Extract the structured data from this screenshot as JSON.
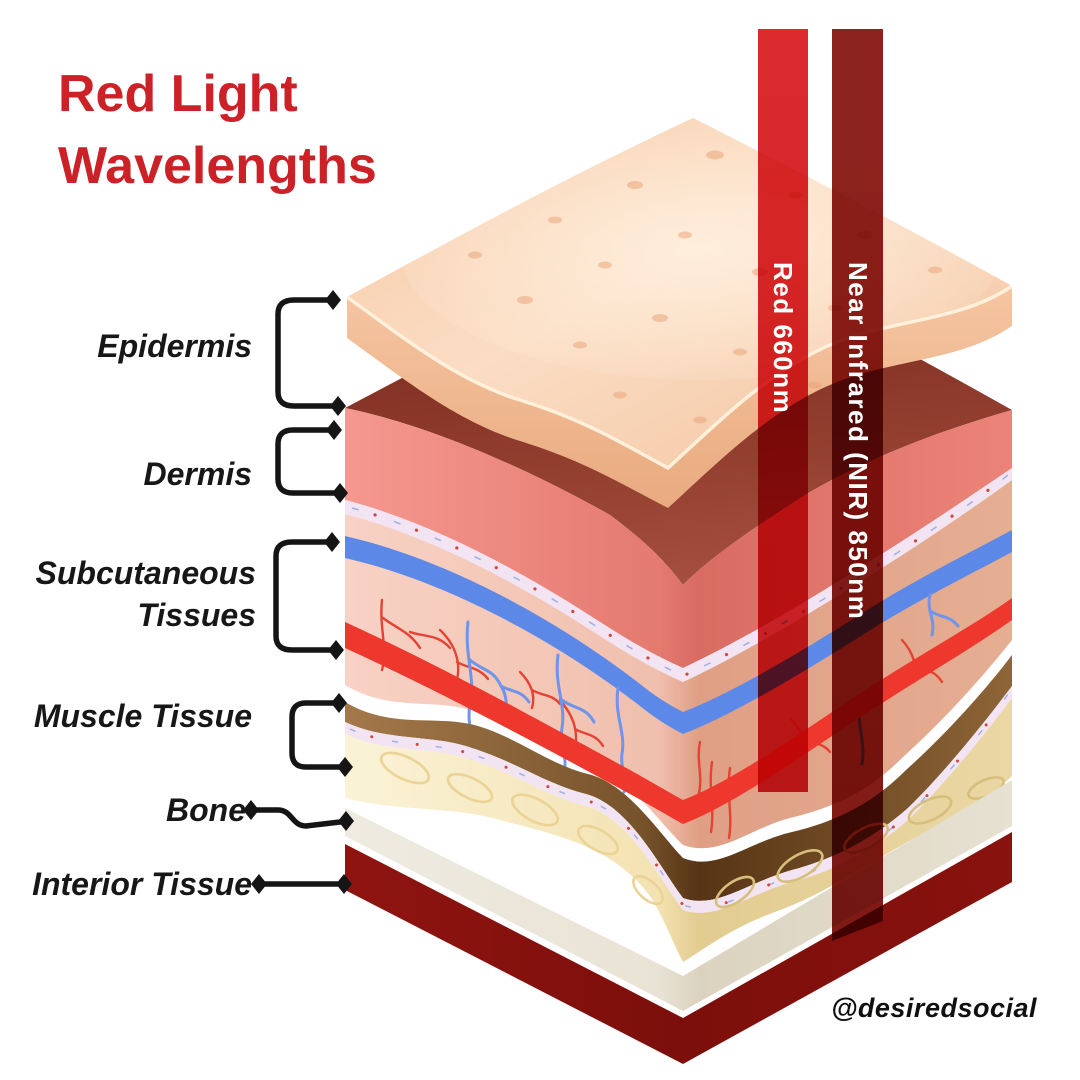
{
  "title": {
    "line1": "Red Light",
    "line2": "Wavelengths"
  },
  "diagram": {
    "layers": [
      {
        "id": "epidermis",
        "label": "Epidermis"
      },
      {
        "id": "dermis",
        "label": "Dermis"
      },
      {
        "id": "subcutaneous",
        "label_line1": "Subcutaneous",
        "label_line2": "Tissues"
      },
      {
        "id": "muscle",
        "label": "Muscle Tissue"
      },
      {
        "id": "bone",
        "label": "Bone"
      },
      {
        "id": "interior",
        "label": "Interior Tissue"
      }
    ],
    "beams": [
      {
        "id": "red",
        "label": "Red 660nm",
        "wavelength_nm": "660",
        "color": "#D9272B"
      },
      {
        "id": "nir",
        "label": "Near Infrared (NIR) 850nm",
        "wavelength_nm": "850",
        "color": "#8A211C"
      }
    ]
  },
  "watermark": "@desiredsocial",
  "palette": {
    "title_red": "#CB2127",
    "beam_red": "#D9272B",
    "beam_nir": "#8A211C",
    "epidermis_skin": "#F9D8BC",
    "dermis_top_dark": "#8E3A2C",
    "dermis_pink": "#EC8379",
    "membrane_lavender": "#F2E4F2",
    "subcutaneous_pink": "#F3C4B2",
    "vessel_blue": "#5C89E8",
    "vessel_red": "#EE382D",
    "muscle_brown": "#7A5429",
    "bone_cream": "#F6E8BE",
    "interior_ivory": "#EAE5D8",
    "interior_maroon": "#8A120E",
    "label_black": "#171717"
  }
}
